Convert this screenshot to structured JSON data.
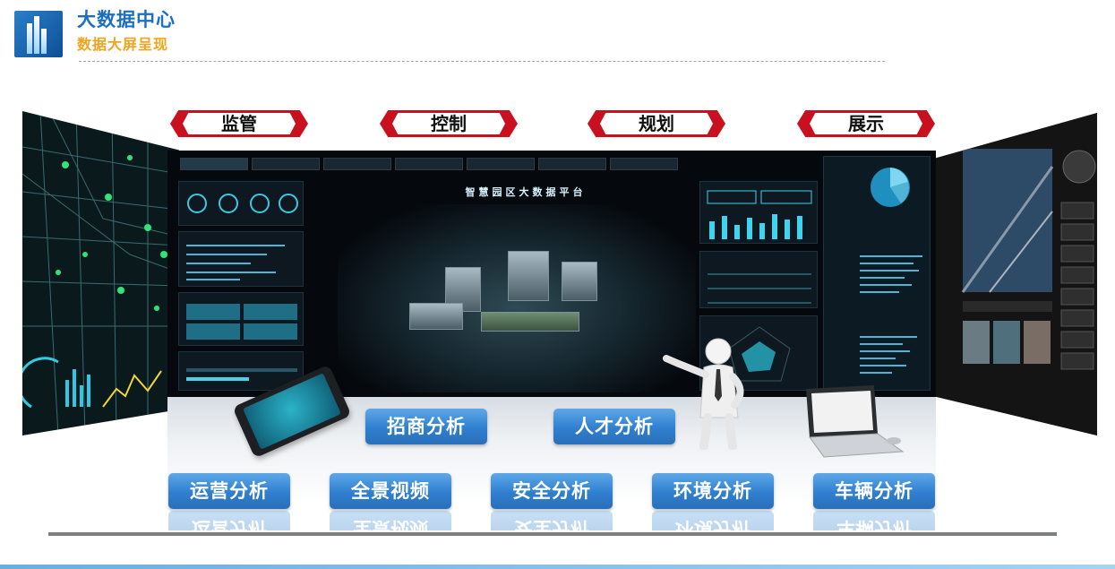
{
  "header": {
    "title": "大数据中心",
    "subtitle": "数据大屏呈现"
  },
  "banners": [
    {
      "id": "supervise",
      "label": "监管"
    },
    {
      "id": "control",
      "label": "控制"
    },
    {
      "id": "plan",
      "label": "规划"
    },
    {
      "id": "display",
      "label": "展示"
    }
  ],
  "screen": {
    "title": "智慧园区大数据平台"
  },
  "buttons_top": [
    {
      "id": "investment",
      "label": "招商分析"
    },
    {
      "id": "talent",
      "label": "人才分析"
    }
  ],
  "buttons_bottom": [
    {
      "id": "operation",
      "label": "运营分析"
    },
    {
      "id": "panorama",
      "label": "全景视频"
    },
    {
      "id": "safety",
      "label": "安全分析"
    },
    {
      "id": "environment",
      "label": "环境分析"
    },
    {
      "id": "vehicle",
      "label": "车辆分析"
    }
  ],
  "colors": {
    "title_blue": "#1b6fc2",
    "subtitle_orange": "#f0a41e",
    "banner_red": "#c8101e",
    "button_blue": "#2f7fcf"
  }
}
